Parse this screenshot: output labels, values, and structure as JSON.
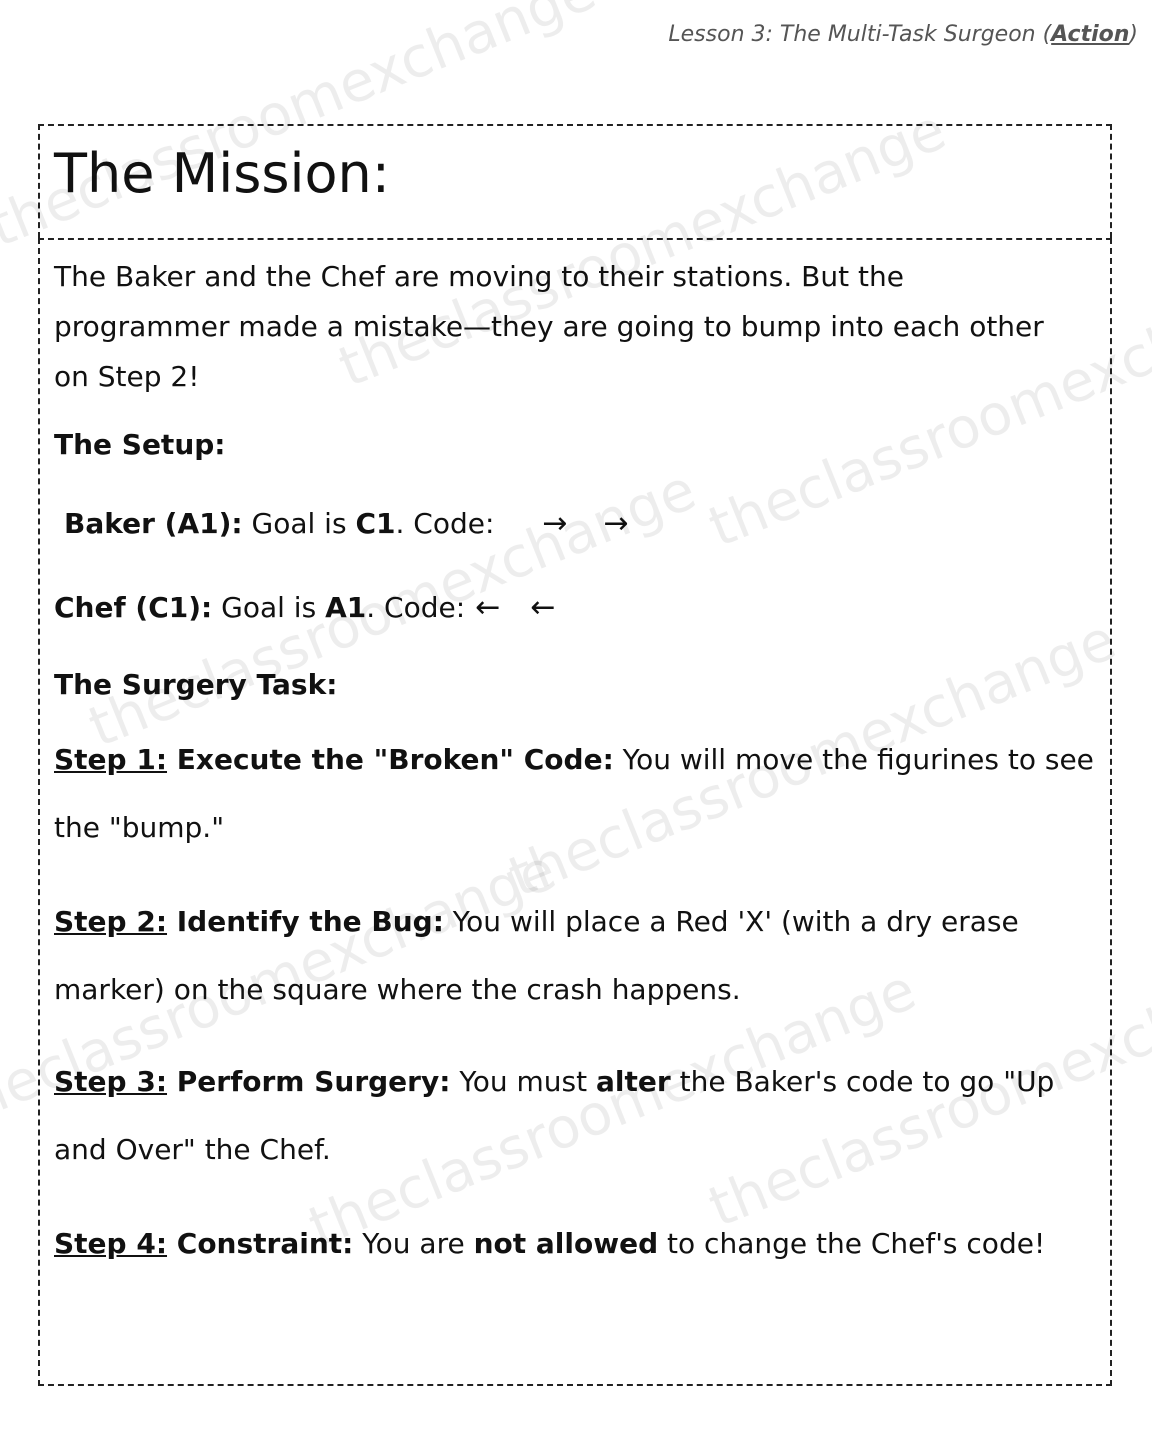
{
  "header": {
    "prefix": "Lesson 3: The Multi-Task Surgeon (",
    "action": "Action",
    "suffix": ")"
  },
  "title": "The Mission:",
  "intro": "The Baker and the Chef are moving to their stations. But the programmer made a mistake—they are going to bump into each other on Step 2!",
  "setup": {
    "heading": "The Setup:",
    "baker": {
      "label": "Baker (A1):",
      "goal_text": " Goal is ",
      "goal": "C1",
      "code_text": ". Code:",
      "arrows": [
        "→",
        "→"
      ]
    },
    "chef": {
      "label": "Chef (C1):",
      "goal_text": " Goal is ",
      "goal": "A1",
      "code_text": ". Code:",
      "arrows": [
        "←",
        "←"
      ]
    }
  },
  "surgery": {
    "heading": "The Surgery Task:",
    "step1": {
      "num": "Step 1:",
      "title": " Execute the \"Broken\" Code:",
      "text": " You will move the figurines to see the \"bump.\""
    },
    "step2": {
      "num": "Step 2:",
      "title": " Identify the Bug:",
      "text": " You will  place a Red 'X' (with a dry erase marker) on the square where the crash happens."
    },
    "step3": {
      "num": "Step 3:",
      "title": " Perform Surgery:",
      "text_a": " You must ",
      "bold": "alter",
      "text_b": " the Baker's code to go \"Up and Over\" the Chef."
    },
    "step4": {
      "num": "Step 4:",
      "title": " Constraint:",
      "text_a": " You are ",
      "bold": "not allowed",
      "text_b": " to change the Chef's code!"
    }
  },
  "watermark": "theclassroomexchange"
}
